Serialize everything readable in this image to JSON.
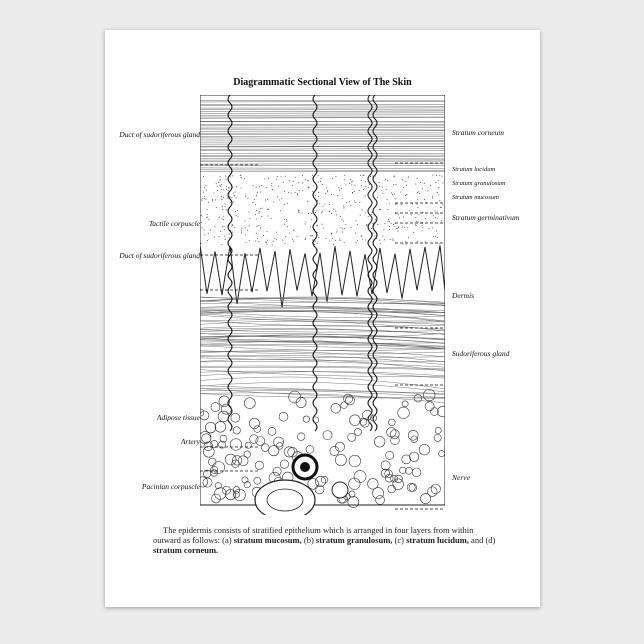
{
  "title": "Diagrammatic Sectional View of The Skin",
  "left_labels": [
    {
      "text": "Duct of sudoriferous gland"
    },
    {
      "text": "Tactile corpuscle"
    },
    {
      "text": "Duct of sudoriferous gland"
    },
    {
      "text": "Adipose tissue"
    },
    {
      "text": "Artery"
    },
    {
      "text": "Pacinian corpuscle"
    }
  ],
  "right_labels": [
    {
      "text": "Stratum corneum"
    },
    {
      "text": "Stratum lucidum"
    },
    {
      "text": "Stratum granulosum"
    },
    {
      "text": "Stratum mucosum"
    },
    {
      "text": "Stratum germinativum"
    },
    {
      "text": "Dermis"
    },
    {
      "text": "Sudoriferous gland"
    },
    {
      "text": "Nerve"
    }
  ],
  "caption": {
    "intro": "The epidermis consists of stratified epithelium which is arranged in four layers from within outward as follows: (a) ",
    "a": "stratum mucosum,",
    "b_pre": " (b) ",
    "b": "stratum granulosum,",
    "c_pre": " (c) ",
    "c": "stratum lucidum,",
    "d_pre": " and (d) ",
    "d": "stratum corneum."
  }
}
